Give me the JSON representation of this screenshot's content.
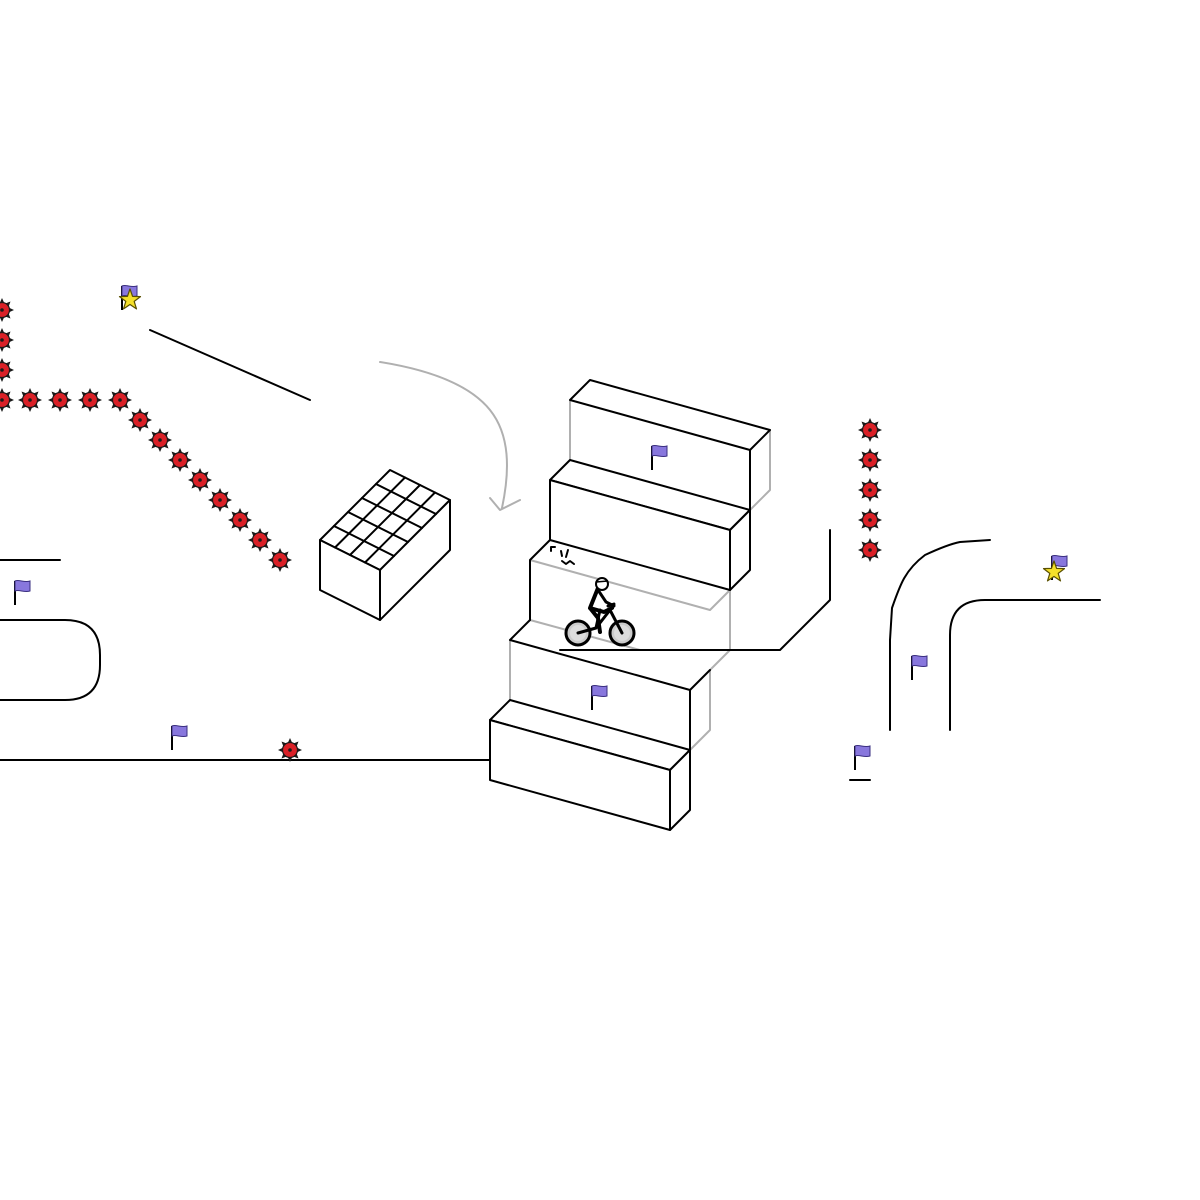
{
  "game": {
    "title": "",
    "colors": {
      "background": "#ffffff",
      "track_line": "#000000",
      "scenery_line": "#b0b0b0",
      "bomb_fill": "#d92027",
      "bomb_spike": "#1a1a1a",
      "checkpoint_flag": "#8877dd",
      "goal_star": "#f5e02a",
      "bike_wheel_hub": "#cccccc"
    },
    "icons": {
      "bomb": "bomb-icon",
      "checkpoint": "checkpoint-flag-icon",
      "goal": "goal-star-icon",
      "rider": "bmx-rider-icon"
    },
    "object_counts": {
      "bombs": 23,
      "checkpoint_flags": 9,
      "goal_stars": 2,
      "riders": 1
    }
  }
}
